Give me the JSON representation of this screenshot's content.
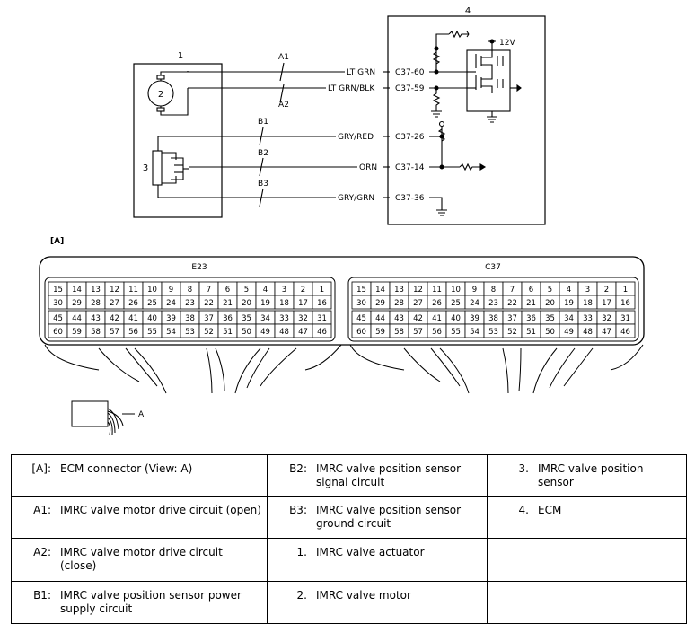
{
  "diagram": {
    "labels": {
      "actuator_no": "1",
      "ecm_no": "4",
      "motor_no": "2",
      "sensor_no": "3",
      "voltage": "12V",
      "view_tag": "[A]",
      "view_arrow_label": "A"
    },
    "wires": [
      {
        "id": "A1",
        "color": "LT GRN",
        "terminal": "C37-60"
      },
      {
        "id": "A2",
        "color": "LT GRN/BLK",
        "terminal": "C37-59"
      },
      {
        "id": "B1",
        "color": "GRY/RED",
        "terminal": "C37-26"
      },
      {
        "id": "B2",
        "color": "ORN",
        "terminal": "C37-14"
      },
      {
        "id": "B3",
        "color": "GRY/GRN",
        "terminal": "C37-36"
      }
    ],
    "connectors": [
      {
        "name": "E23",
        "rows": [
          [
            "15",
            "14",
            "13",
            "12",
            "11",
            "10",
            "9",
            "8",
            "7",
            "6",
            "5",
            "4",
            "3",
            "2",
            "1"
          ],
          [
            "30",
            "29",
            "28",
            "27",
            "26",
            "25",
            "24",
            "23",
            "22",
            "21",
            "20",
            "19",
            "18",
            "17",
            "16"
          ],
          [
            "45",
            "44",
            "43",
            "42",
            "41",
            "40",
            "39",
            "38",
            "37",
            "36",
            "35",
            "34",
            "33",
            "32",
            "31"
          ],
          [
            "60",
            "59",
            "58",
            "57",
            "56",
            "55",
            "54",
            "53",
            "52",
            "51",
            "50",
            "49",
            "48",
            "47",
            "46"
          ]
        ]
      },
      {
        "name": "C37",
        "rows": [
          [
            "15",
            "14",
            "13",
            "12",
            "11",
            "10",
            "9",
            "8",
            "7",
            "6",
            "5",
            "4",
            "3",
            "2",
            "1"
          ],
          [
            "30",
            "29",
            "28",
            "27",
            "26",
            "25",
            "24",
            "23",
            "22",
            "21",
            "20",
            "19",
            "18",
            "17",
            "16"
          ],
          [
            "45",
            "44",
            "43",
            "42",
            "41",
            "40",
            "39",
            "38",
            "37",
            "36",
            "35",
            "34",
            "33",
            "32",
            "31"
          ],
          [
            "60",
            "59",
            "58",
            "57",
            "56",
            "55",
            "54",
            "53",
            "52",
            "51",
            "50",
            "49",
            "48",
            "47",
            "46"
          ]
        ]
      }
    ]
  },
  "legend": {
    "rows": [
      [
        {
          "key": "[A]:",
          "text": "ECM connector (View: A)"
        },
        {
          "key": "B2:",
          "text": "IMRC valve position sensor signal circuit"
        },
        {
          "key": "3.",
          "text": "IMRC valve position sensor"
        }
      ],
      [
        {
          "key": "A1:",
          "text": "IMRC valve motor drive circuit (open)"
        },
        {
          "key": "B3:",
          "text": "IMRC valve position sensor ground circuit"
        },
        {
          "key": "4.",
          "text": "ECM"
        }
      ],
      [
        {
          "key": "A2:",
          "text": "IMRC valve motor drive circuit (close)"
        },
        {
          "key": "1.",
          "text": "IMRC valve actuator"
        },
        {
          "key": "",
          "text": ""
        }
      ],
      [
        {
          "key": "B1:",
          "text": "IMRC valve position sensor power supply circuit"
        },
        {
          "key": "2.",
          "text": "IMRC valve motor"
        },
        {
          "key": "",
          "text": ""
        }
      ]
    ]
  }
}
